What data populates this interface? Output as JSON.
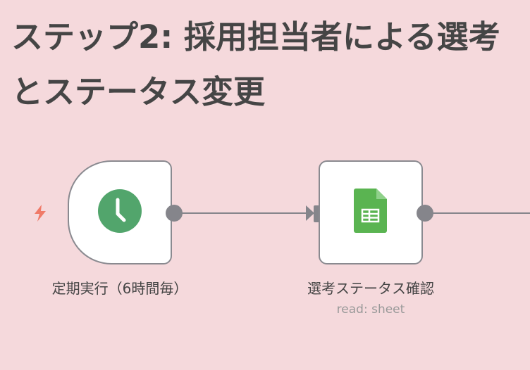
{
  "title": "ステップ2: 採用担当者による選考とステータス変更",
  "nodes": [
    {
      "name": "定期実行（6時間毎）",
      "icon": "clock-icon",
      "type": "trigger",
      "color": "#52a56c"
    },
    {
      "name": "選考ステータス確認",
      "subtitle": "read: sheet",
      "icon": "google-sheets-icon",
      "color": "#5ab451"
    }
  ],
  "colors": {
    "background": "#f5d9dc",
    "trigger_bolt": "#f07a68",
    "connector": "#85858b"
  }
}
